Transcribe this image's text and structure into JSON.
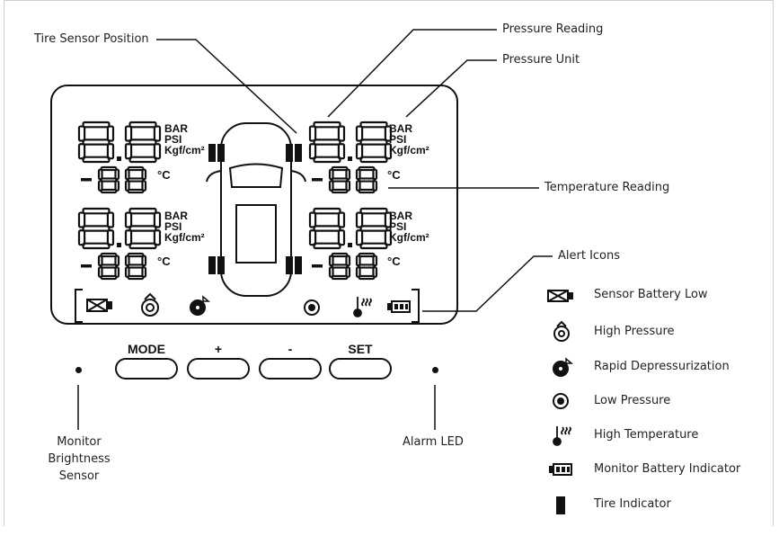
{
  "display": {
    "pressure_digits": "8.8",
    "temperature_digits": "-88",
    "units": [
      "BAR",
      "PSI",
      "Kgf/cm²"
    ],
    "temp_unit": "°C"
  },
  "buttons": {
    "mode": "MODE",
    "plus": "+",
    "minus": "-",
    "set": "SET"
  },
  "callouts": {
    "tire_sensor_position": "Tire Sensor Position",
    "pressure_reading": "Pressure Reading",
    "pressure_unit": "Pressure Unit",
    "temperature_reading": "Temperature Reading",
    "alert_icons": "Alert Icons",
    "monitor_brightness_sensor_1": "Monitor",
    "monitor_brightness_sensor_2": "Brightness",
    "monitor_brightness_sensor_3": "Sensor",
    "alarm_led": "Alarm LED"
  },
  "legend": [
    {
      "icon": "sensor-battery-low-icon",
      "label": "Sensor Battery Low"
    },
    {
      "icon": "high-pressure-icon",
      "label": "High Pressure"
    },
    {
      "icon": "rapid-depressurization-icon",
      "label": "Rapid Depressurization"
    },
    {
      "icon": "low-pressure-icon",
      "label": "Low Pressure"
    },
    {
      "icon": "high-temperature-icon",
      "label": "High Temperature"
    },
    {
      "icon": "monitor-battery-icon",
      "label": "Monitor Battery Indicator"
    },
    {
      "icon": "tire-indicator-icon",
      "label": "Tire Indicator"
    }
  ],
  "colors": {
    "ink": "#111111",
    "frame": "#cfcfcf"
  }
}
